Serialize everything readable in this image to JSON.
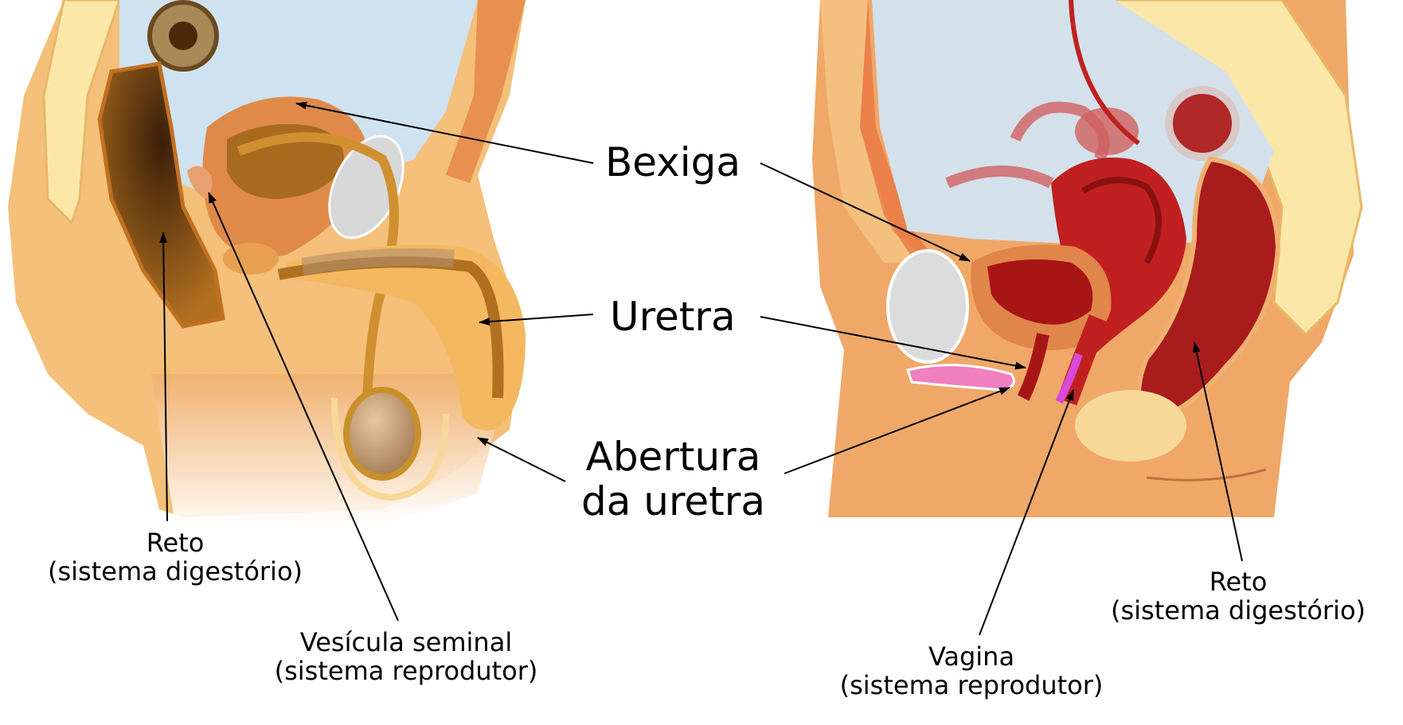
{
  "labels": {
    "bexiga": "Bexiga",
    "uretra": "Uretra",
    "abertura_line1": "Abertura",
    "abertura_line2": "da uretra",
    "reto_male_line1": "Reto",
    "reto_male_line2": "(sistema digestório)",
    "vesicula_line1": "Vesícula seminal",
    "vesicula_line2": "(sistema reprodutor)",
    "vagina_line1": "Vagina",
    "vagina_line2": "(sistema reprodutor)",
    "reto_female_line1": "Reto",
    "reto_female_line2": "(sistema digestório)"
  },
  "colors": {
    "skin": "#f0a860",
    "skin_light": "#f8d898",
    "bone": "#fbe8a8",
    "cavity": "#c8dceb",
    "bladder": "#e0884a",
    "bladder_inner": "#a86a1e",
    "rectum_dark": "#6a3a10",
    "uterus": "#c02020",
    "uterus_dark": "#8a1010",
    "vaginal_lining": "#d84ad8",
    "testis": "#c8a078",
    "gray_organ": "#d8d8d8"
  }
}
